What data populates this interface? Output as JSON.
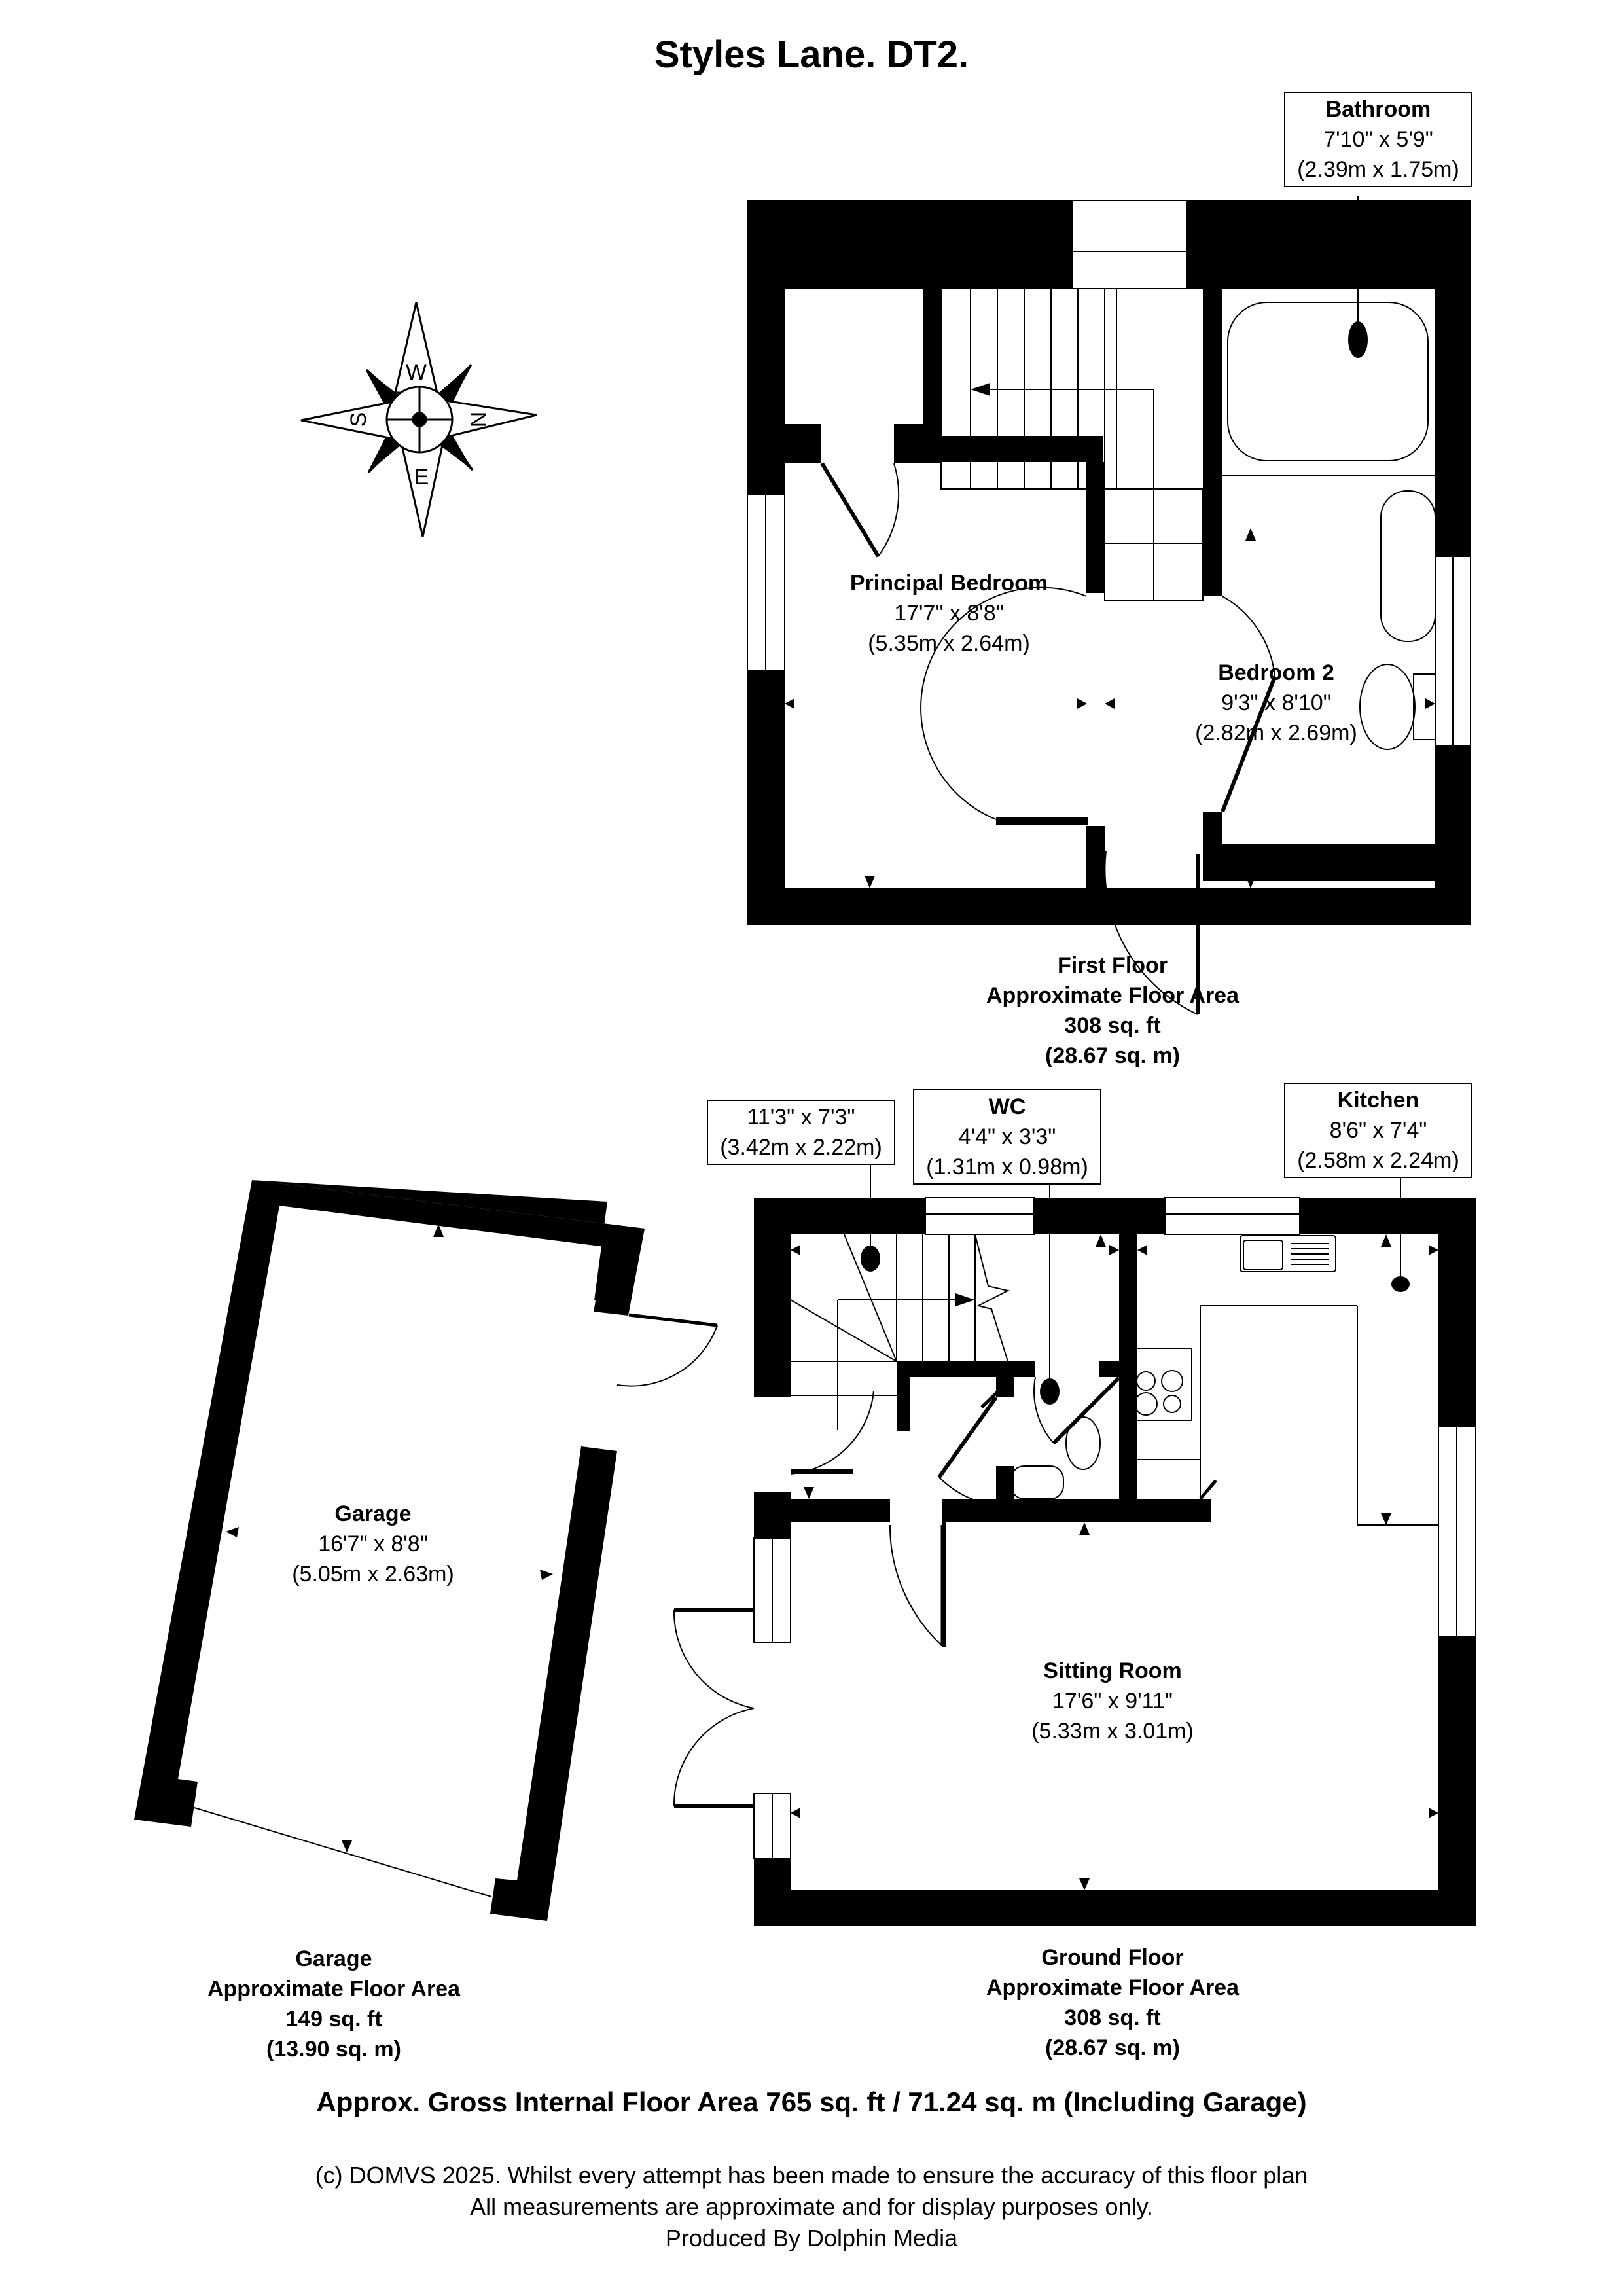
{
  "title": "Styles Lane. DT2.",
  "compass": {
    "labels": {
      "top": "W",
      "left": "S",
      "right": "N",
      "bottom": "E"
    }
  },
  "first_floor": {
    "rooms": [
      {
        "name": "Principal Bedroom",
        "imperial": "17'7\" x 8'8\"",
        "metric": "(5.35m x 2.64m)"
      },
      {
        "name": "Bedroom 2",
        "imperial": "9'3\" x 8'10\"",
        "metric": "(2.82m x 2.69m)"
      },
      {
        "name": "Bathroom",
        "imperial": "7'10\" x 5'9\"",
        "metric": "(2.39m x 1.75m)"
      }
    ],
    "area": {
      "label": "First Floor",
      "sub": "Approximate Floor Area",
      "sqft": "308 sq. ft",
      "sqm": "(28.67 sq. m)"
    }
  },
  "ground_floor": {
    "rooms": [
      {
        "name": "",
        "imperial": "11'3\" x 7'3\"",
        "metric": "(3.42m x 2.22m)"
      },
      {
        "name": "WC",
        "imperial": "4'4\" x 3'3\"",
        "metric": "(1.31m x 0.98m)"
      },
      {
        "name": "Kitchen",
        "imperial": "8'6\" x 7'4\"",
        "metric": "(2.58m x 2.24m)"
      },
      {
        "name": "Sitting Room",
        "imperial": "17'6\" x 9'11\"",
        "metric": "(5.33m x 3.01m)"
      }
    ],
    "area": {
      "label": "Ground Floor",
      "sub": "Approximate Floor Area",
      "sqft": "308 sq. ft",
      "sqm": "(28.67 sq. m)"
    }
  },
  "garage": {
    "room": {
      "name": "Garage",
      "imperial": "16'7\" x 8'8\"",
      "metric": "(5.05m x 2.63m)"
    },
    "area": {
      "label": "Garage",
      "sub": "Approximate Floor Area",
      "sqft": "149 sq. ft",
      "sqm": "(13.90 sq. m)"
    }
  },
  "gross_area": "Approx. Gross Internal Floor Area 765 sq. ft / 71.24 sq. m (Including Garage)",
  "footer": {
    "line1": "(c) DOMVS 2025. Whilst every attempt has been made to ensure the accuracy of this floor plan",
    "line2": "All measurements are approximate and for display purposes only.",
    "line3": "Produced By Dolphin Media"
  },
  "colors": {
    "wall": "#000000",
    "background": "#ffffff"
  }
}
